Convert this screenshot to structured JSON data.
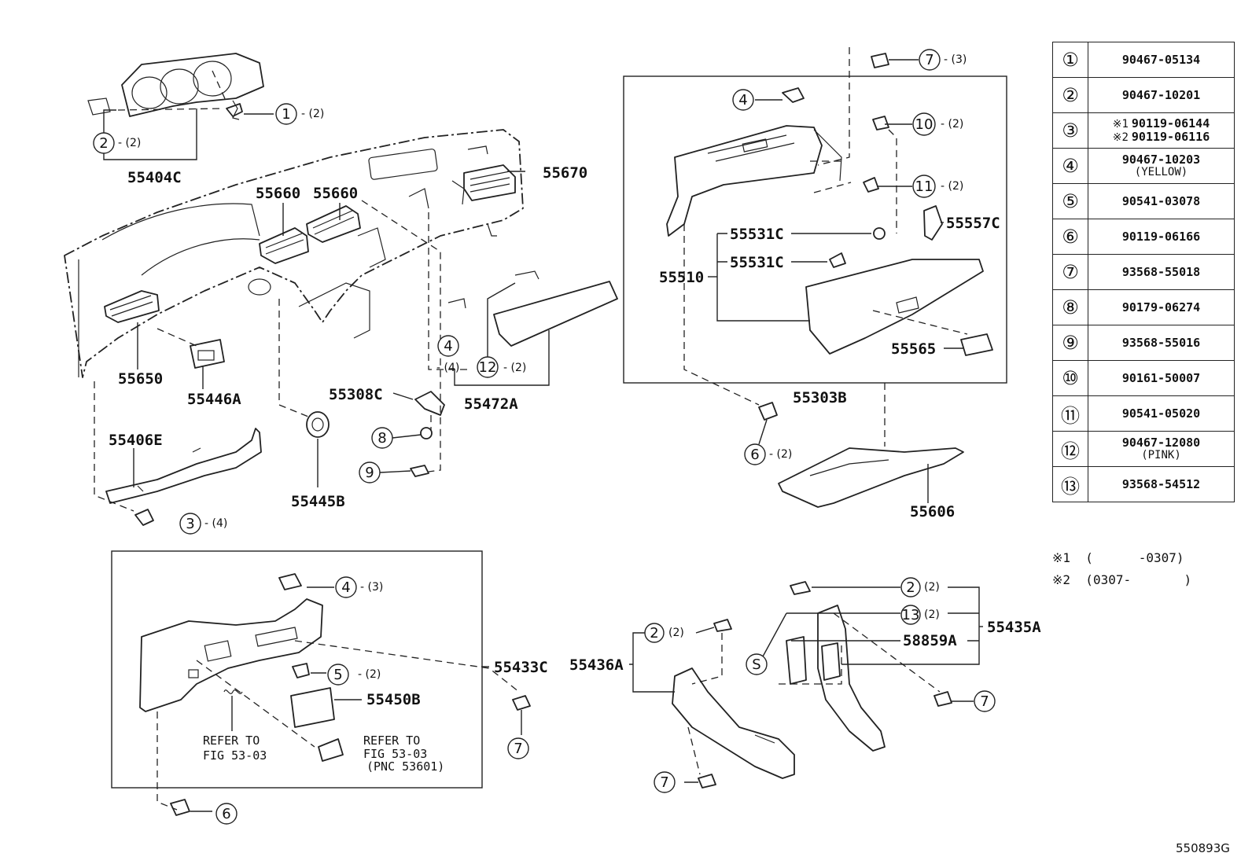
{
  "figure_id": "550893G",
  "part_labels": {
    "p55404C": "55404C",
    "p55660a": "55660",
    "p55660b": "55660",
    "p55670": "55670",
    "p55650": "55650",
    "p55446A": "55446A",
    "p55406E": "55406E",
    "p55445B": "55445B",
    "p55308C": "55308C",
    "p55472A": "55472A",
    "p55510": "55510",
    "p55531Ca": "55531C",
    "p55531Cb": "55531C",
    "p55557C": "55557C",
    "p55565": "55565",
    "p55303B": "55303B",
    "p55606": "55606",
    "p55433C": "55433C",
    "p55450B": "55450B",
    "p55436A": "55436A",
    "p55435A": "55435A",
    "p58859A": "58859A"
  },
  "callouts": {
    "c1": {
      "num": "1",
      "qty": "- (2)"
    },
    "c2a": {
      "num": "2",
      "qty": "- (2)"
    },
    "c3": {
      "num": "3",
      "qty": "- (4)"
    },
    "c4a": {
      "num": "4",
      "qty": ""
    },
    "c4qty": {
      "qty": "- (4)"
    },
    "c12": {
      "num": "12",
      "qty": "- (2)"
    },
    "c8": {
      "num": "8",
      "qty": ""
    },
    "c9": {
      "num": "9",
      "qty": ""
    },
    "c7a": {
      "num": "7",
      "qty": "- (3)"
    },
    "c4b": {
      "num": "4",
      "qty": ""
    },
    "c10": {
      "num": "10",
      "qty": "- (2)"
    },
    "c11": {
      "num": "11",
      "qty": "- (2)"
    },
    "c6a": {
      "num": "6",
      "qty": "- (2)"
    },
    "c4c": {
      "num": "4",
      "qty": "- (3)"
    },
    "c5": {
      "num": "5",
      "qty": "- (2)"
    },
    "c7b": {
      "num": "7",
      "qty": ""
    },
    "c6b": {
      "num": "6",
      "qty": ""
    },
    "c2b": {
      "num": "2",
      "qty": "(2)"
    },
    "c13": {
      "num": "13",
      "qty": "(2)"
    },
    "cS": {
      "num": "S",
      "qty": ""
    },
    "c7c": {
      "num": "7",
      "qty": ""
    },
    "c2c": {
      "num": "2",
      "qty": "(2)"
    },
    "c7d": {
      "num": "7",
      "qty": ""
    }
  },
  "refer_notes": {
    "r1_line1": "REFER TO",
    "r1_line2": "FIG 53-03",
    "r2_line1": "REFER TO",
    "r2_line2": "FIG 53-03",
    "r2_line3": "(PNC 53601)"
  },
  "legend": [
    {
      "key": "①",
      "value": "90467-05134"
    },
    {
      "key": "②",
      "value": "90467-10201"
    },
    {
      "key": "③",
      "value_mark1": "※1",
      "value1": "90119-06144",
      "value_mark2": "※2",
      "value2": "90119-06116"
    },
    {
      "key": "④",
      "value": "90467-10203",
      "note": "(YELLOW)"
    },
    {
      "key": "⑤",
      "value": "90541-03078"
    },
    {
      "key": "⑥",
      "value": "90119-06166"
    },
    {
      "key": "⑦",
      "value": "93568-55018"
    },
    {
      "key": "⑧",
      "value": "90179-06274"
    },
    {
      "key": "⑨",
      "value": "93568-55016"
    },
    {
      "key": "⑩",
      "value": "90161-50007"
    },
    {
      "key": "⑪",
      "value": "90541-05020"
    },
    {
      "key": "⑫",
      "value": "90467-12080",
      "note": "(PINK)"
    },
    {
      "key": "⑬",
      "value": "93568-54512"
    }
  ],
  "notes": {
    "n1": "※1  (      -0307)",
    "n2": "※2  (0307-       )"
  }
}
